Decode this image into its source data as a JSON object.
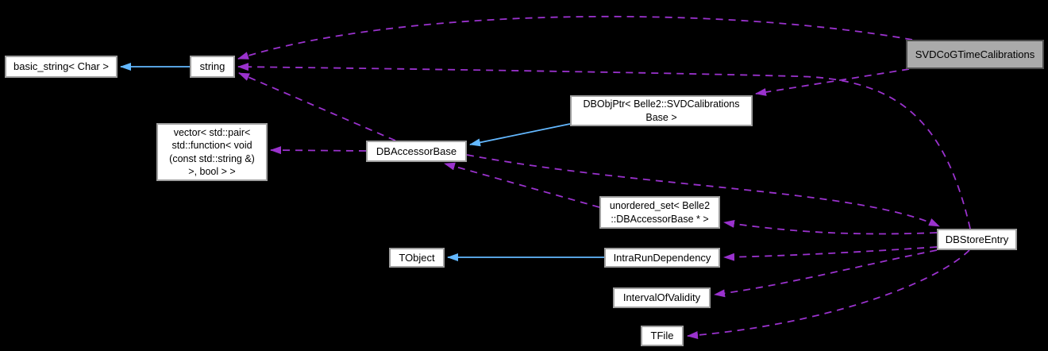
{
  "diagram": {
    "type": "doxygen-collaboration-graph",
    "nodes": {
      "basic_string": {
        "label": "basic_string< Char >",
        "lines": [
          "basic_string< Char >"
        ],
        "highlighted": false
      },
      "string": {
        "label": "string",
        "lines": [
          "string"
        ],
        "highlighted": false
      },
      "svdcog": {
        "label": "SVDCoGTimeCalibrations",
        "lines": [
          "SVDCoGTimeCalibrations"
        ],
        "highlighted": true
      },
      "dbobjptr": {
        "label": "DBObjPtr< Belle2::SVDCalibrations Base >",
        "lines": [
          "DBObjPtr< Belle2::SVDCalibrations",
          "Base >"
        ],
        "highlighted": false
      },
      "vector_callbacks": {
        "label": "vector< std::pair< std::function< void (const std::string &) >, bool > >",
        "lines": [
          "vector< std::pair<",
          "std::function< void",
          "(const std::string &)",
          ">, bool > >"
        ],
        "highlighted": false
      },
      "dbaccessorbase": {
        "label": "DBAccessorBase",
        "lines": [
          "DBAccessorBase"
        ],
        "highlighted": false
      },
      "unordered_set": {
        "label": "unordered_set< Belle2 ::DBAccessorBase * >",
        "lines": [
          "unordered_set< Belle2",
          "::DBAccessorBase * >"
        ],
        "highlighted": false
      },
      "dbstoreentry": {
        "label": "DBStoreEntry",
        "lines": [
          "DBStoreEntry"
        ],
        "highlighted": false
      },
      "tobject": {
        "label": "TObject",
        "lines": [
          "TObject"
        ],
        "highlighted": false
      },
      "intrarundependency": {
        "label": "IntraRunDependency",
        "lines": [
          "IntraRunDependency"
        ],
        "highlighted": false
      },
      "intervalofvalidity": {
        "label": "IntervalOfValidity",
        "lines": [
          "IntervalOfValidity"
        ],
        "highlighted": false
      },
      "tfile": {
        "label": "TFile",
        "lines": [
          "TFile"
        ],
        "highlighted": false
      }
    },
    "edges": [
      {
        "from": "string",
        "to": "basic_string",
        "style": "solid",
        "meaning": "inheritance"
      },
      {
        "from": "DBObjPtr",
        "to": "DBAccessorBase",
        "style": "solid",
        "meaning": "inheritance"
      },
      {
        "from": "IntraRunDependency",
        "to": "TObject",
        "style": "solid",
        "meaning": "inheritance"
      },
      {
        "from": "SVDCoGTimeCalibrations",
        "to": "string",
        "style": "dashed",
        "meaning": "usage"
      },
      {
        "from": "SVDCoGTimeCalibrations",
        "to": "DBObjPtr",
        "style": "dashed",
        "meaning": "usage"
      },
      {
        "from": "DBStoreEntry",
        "to": "string",
        "style": "dashed",
        "meaning": "usage"
      },
      {
        "from": "DBAccessorBase",
        "to": "string",
        "style": "dashed",
        "meaning": "usage"
      },
      {
        "from": "DBAccessorBase",
        "to": "vector_callbacks",
        "style": "dashed",
        "meaning": "usage"
      },
      {
        "from": "unordered_set",
        "to": "DBAccessorBase",
        "style": "dashed",
        "meaning": "usage"
      },
      {
        "from": "DBAccessorBase",
        "to": "DBStoreEntry",
        "style": "dashed",
        "meaning": "usage"
      },
      {
        "from": "DBStoreEntry",
        "to": "unordered_set",
        "style": "dashed",
        "meaning": "usage"
      },
      {
        "from": "DBStoreEntry",
        "to": "IntraRunDependency",
        "style": "dashed",
        "meaning": "usage"
      },
      {
        "from": "DBStoreEntry",
        "to": "IntervalOfValidity",
        "style": "dashed",
        "meaning": "usage"
      },
      {
        "from": "DBStoreEntry",
        "to": "TFile",
        "style": "dashed",
        "meaning": "usage"
      }
    ],
    "colors": {
      "background": "#000000",
      "inheritance_edge": "#63b8ff",
      "usage_edge": "#9a32cd",
      "node_fill": "#ffffff",
      "node_border": "#9f9f9f",
      "node_text": "#000000",
      "highlight_fill": "#aaaaaa",
      "highlight_border": "#4d4d4d"
    }
  }
}
